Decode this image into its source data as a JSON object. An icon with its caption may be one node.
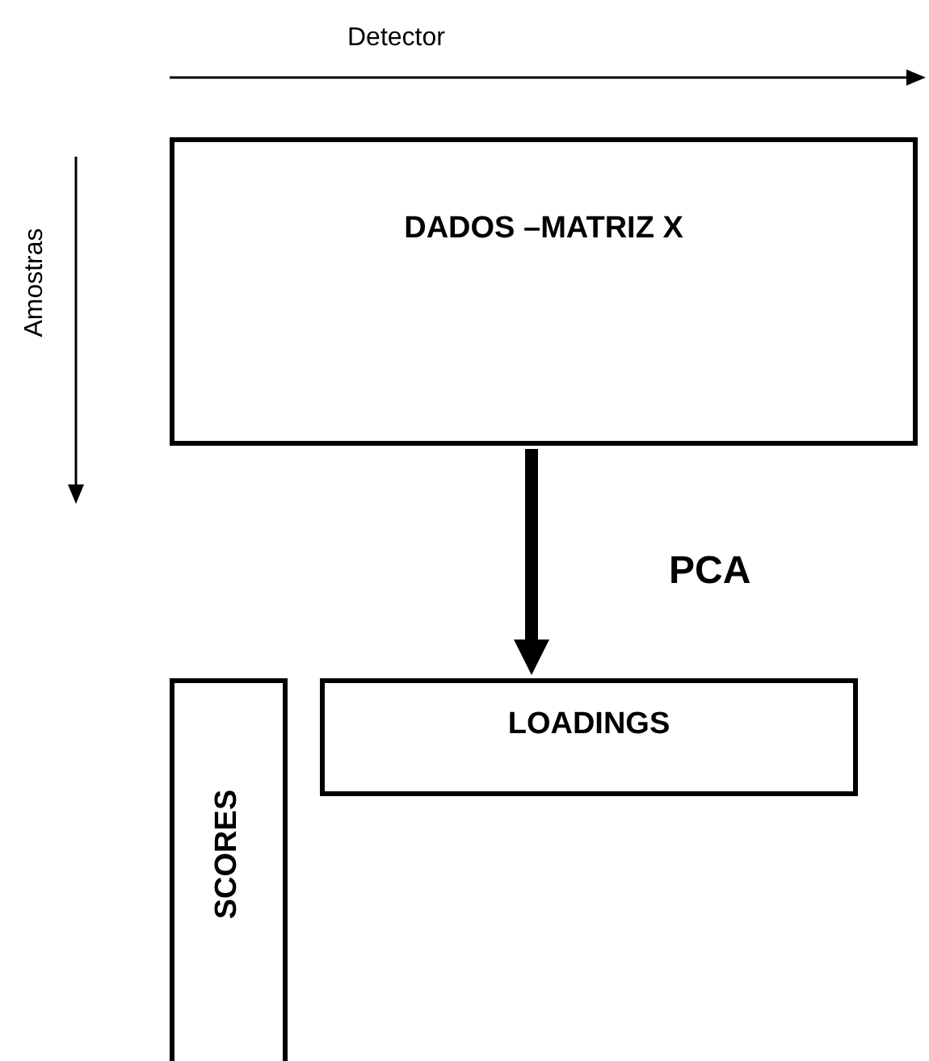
{
  "diagram": {
    "nodes": [
      {
        "text": [
          "DADOS –MATRIZ X"
        ]
      },
      {
        "text": [
          "SCORES"
        ]
      },
      {
        "text": [
          "LOADINGS"
        ]
      }
    ],
    "edges": [
      {
        "from": 0,
        "to": 2,
        "arrow": "to",
        "label": "PCA"
      }
    ],
    "labels": [
      "Detector",
      "Amostras"
    ]
  }
}
